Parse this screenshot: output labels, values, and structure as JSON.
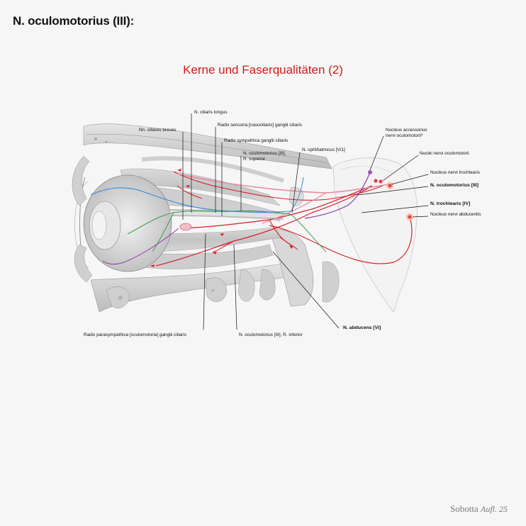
{
  "header": {
    "title": "N. oculomotorius (III):",
    "subtitle": "Kerne und Faserqualitäten (2)"
  },
  "labels": {
    "ciliaris_longus": "N. ciliaris longus",
    "ciliares_breves": "Nn. ciliares breves",
    "radix_sensoria": "Radix sensoria [nasociliaris] ganglii ciliaris",
    "radix_sympathica": "Radix sympathica ganglii ciliaris",
    "oculomotorius_sup_1": "N. oculomotorius [III],",
    "oculomotorius_sup_2": "R. superior",
    "ophthalmicus": "N. ophthalmicus [V/1]",
    "nucleus_accessorius_1": "Nucleus accessorius",
    "nucleus_accessorius_2": "nervi oculomotorii*",
    "nuclei_oculomotorii": "Nuclei nervi oculomotorii",
    "nucleus_trochlearis": "Nucleus nervi trochlearis",
    "n_oculomotorius": "N. oculomotorius [III]",
    "n_trochlearis": "N. trochlearis [IV]",
    "nucleus_abducentis": "Nucleus nervi abducentis",
    "n_abducens": "N. abducens [VI]",
    "radix_parasympathica": "Radix parasympathica [oculomotoria] ganglii ciliaris",
    "oculomotorius_inf": "N. oculomotorius [III], R. inferior"
  },
  "footer": {
    "book": "Sobotta",
    "edition": "Aufl. 25"
  },
  "colors": {
    "title": "#111111",
    "subtitle": "#d21a1a",
    "nerve_red": "#d8202a",
    "nerve_pink": "#e88aa0",
    "nerve_green": "#3aa04a",
    "nerve_blue": "#3a8ad8",
    "nerve_purple": "#8a3aa8",
    "bone": "#d4d4d4",
    "leader_line": "#111111"
  }
}
